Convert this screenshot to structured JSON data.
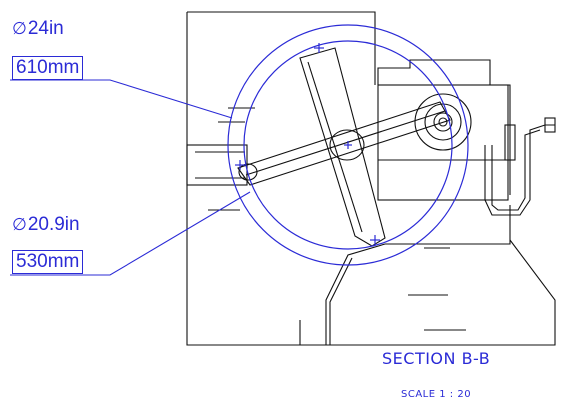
{
  "dimensions": {
    "outer": {
      "inch": "24in",
      "metric": "610mm",
      "symbol": "∅"
    },
    "inner": {
      "inch": "20.9in",
      "metric": "530mm",
      "symbol": "∅"
    }
  },
  "section": {
    "title": "SECTION B-B",
    "scale": "SCALE 1 : 20"
  },
  "colors": {
    "dimension": "#2b2bd6",
    "line": "#111111"
  }
}
